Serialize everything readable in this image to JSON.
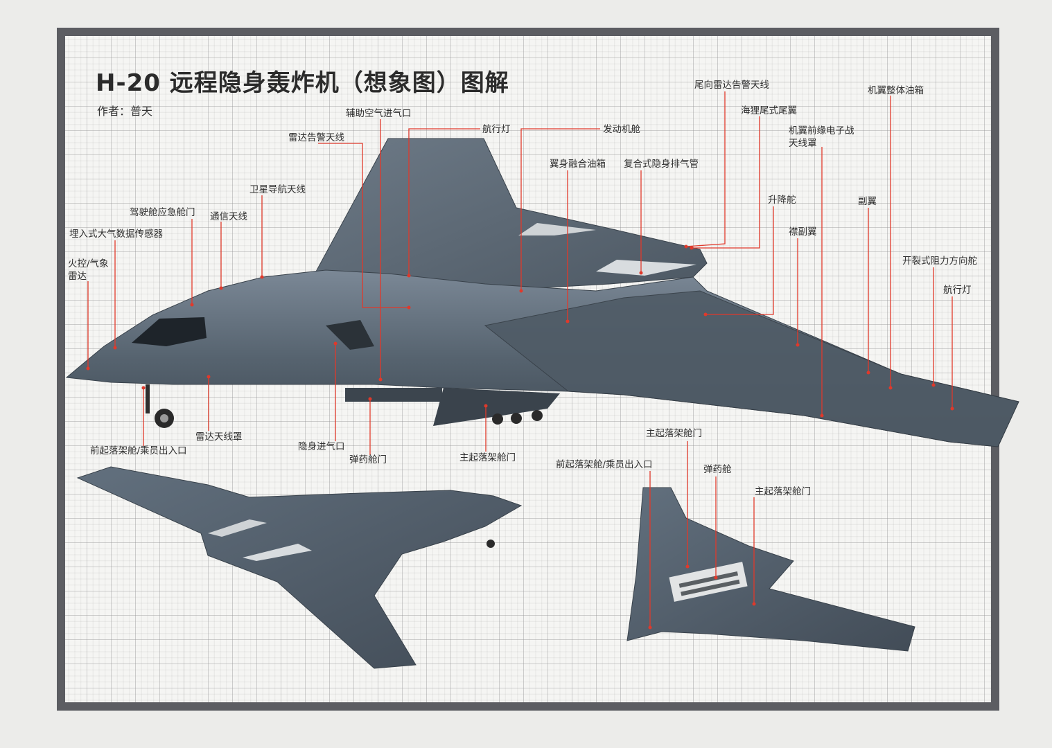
{
  "title": "H-20 远程隐身轰炸机（想象图）图解",
  "author": "作者：普天",
  "colors": {
    "frame": "#5c5d62",
    "leader_line": "#e0392b",
    "aircraft_body": "#5a6876",
    "paper": "#f5f5f3"
  },
  "labels": {
    "tail_radar_warning_antenna": "尾向雷达告警天线",
    "wing_integral_fuel_tank": "机翼整体油箱",
    "aux_air_inlet": "辅助空气进气口",
    "beaver_tail": "海狸尾式尾翼",
    "nav_light_top": "航行灯",
    "engine_bay": "发动机舱",
    "wing_leading_edge_ew_antenna": "机翼前缘电子战\n天线罩",
    "radar_warning_antenna": "雷达告警天线",
    "blended_body_fuel_tank": "翼身融合油箱",
    "composite_stealth_exhaust": "复合式隐身排气管",
    "satnav_antenna": "卫星导航天线",
    "elevator": "升降舵",
    "aileron": "副翼",
    "cockpit_emergency_hatch": "驾驶舱应急舱门",
    "comm_antenna": "通信天线",
    "flaperon": "襟副翼",
    "embedded_air_data_sensor": "埋入式大气数据传感器",
    "split_drag_rudder": "开裂式阻力方向舵",
    "fire_control_weather_radar": "火控/气象\n雷达",
    "nav_light_right": "航行灯",
    "radome": "雷达天线罩",
    "nose_gear_bay_crew_hatch": "前起落架舱/乘员出入口",
    "stealth_air_inlet": "隐身进气口",
    "weapons_bay_door": "弹药舱门",
    "main_gear_bay_door": "主起落架舱门",
    "bottom_main_gear_bay_door": "主起落架舱门",
    "bottom_nose_gear_bay_crew_hatch": "前起落架舱/乘员出入口",
    "bottom_weapons_bay": "弹药舱",
    "bottom_main_gear_bay_door_2": "主起落架舱门"
  }
}
